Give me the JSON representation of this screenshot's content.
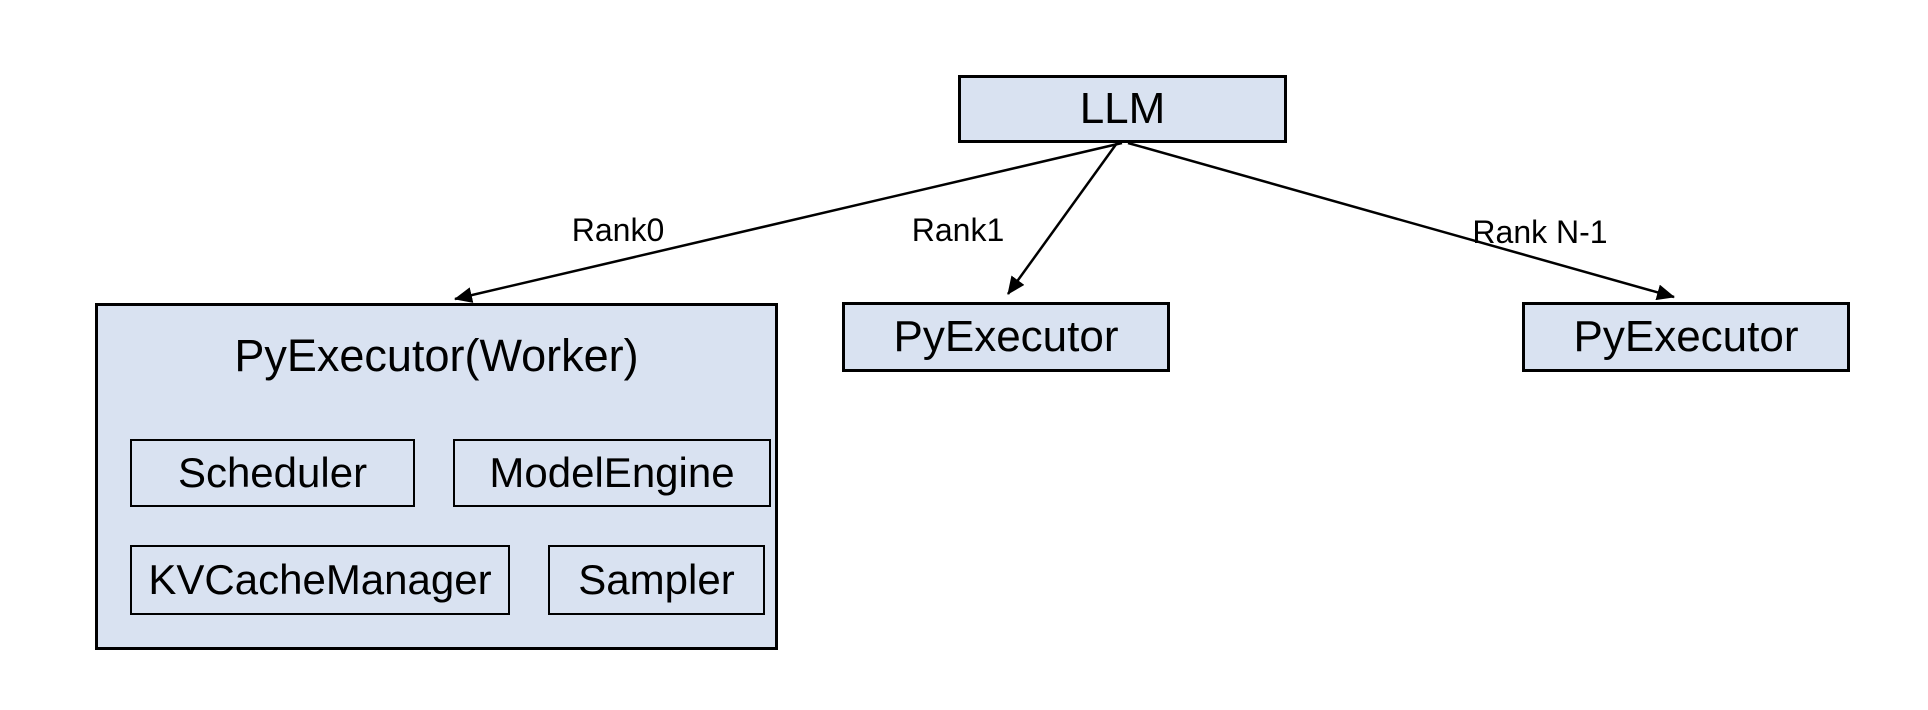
{
  "colors": {
    "background": "#ffffff",
    "node_fill": "#d9e2f1",
    "node_border": "#000000",
    "text": "#000000",
    "arrow": "#000000"
  },
  "diagram": {
    "root": {
      "label": "LLM"
    },
    "edges": [
      {
        "label": "Rank0"
      },
      {
        "label": "Rank1"
      },
      {
        "label": "Rank N-1"
      }
    ],
    "nodes": [
      {
        "label": "PyExecutor(Worker)",
        "children": [
          {
            "label": "Scheduler"
          },
          {
            "label": "ModelEngine"
          },
          {
            "label": "KVCacheManager"
          },
          {
            "label": "Sampler"
          }
        ]
      },
      {
        "label": "PyExecutor"
      },
      {
        "label": "PyExecutor"
      }
    ]
  }
}
